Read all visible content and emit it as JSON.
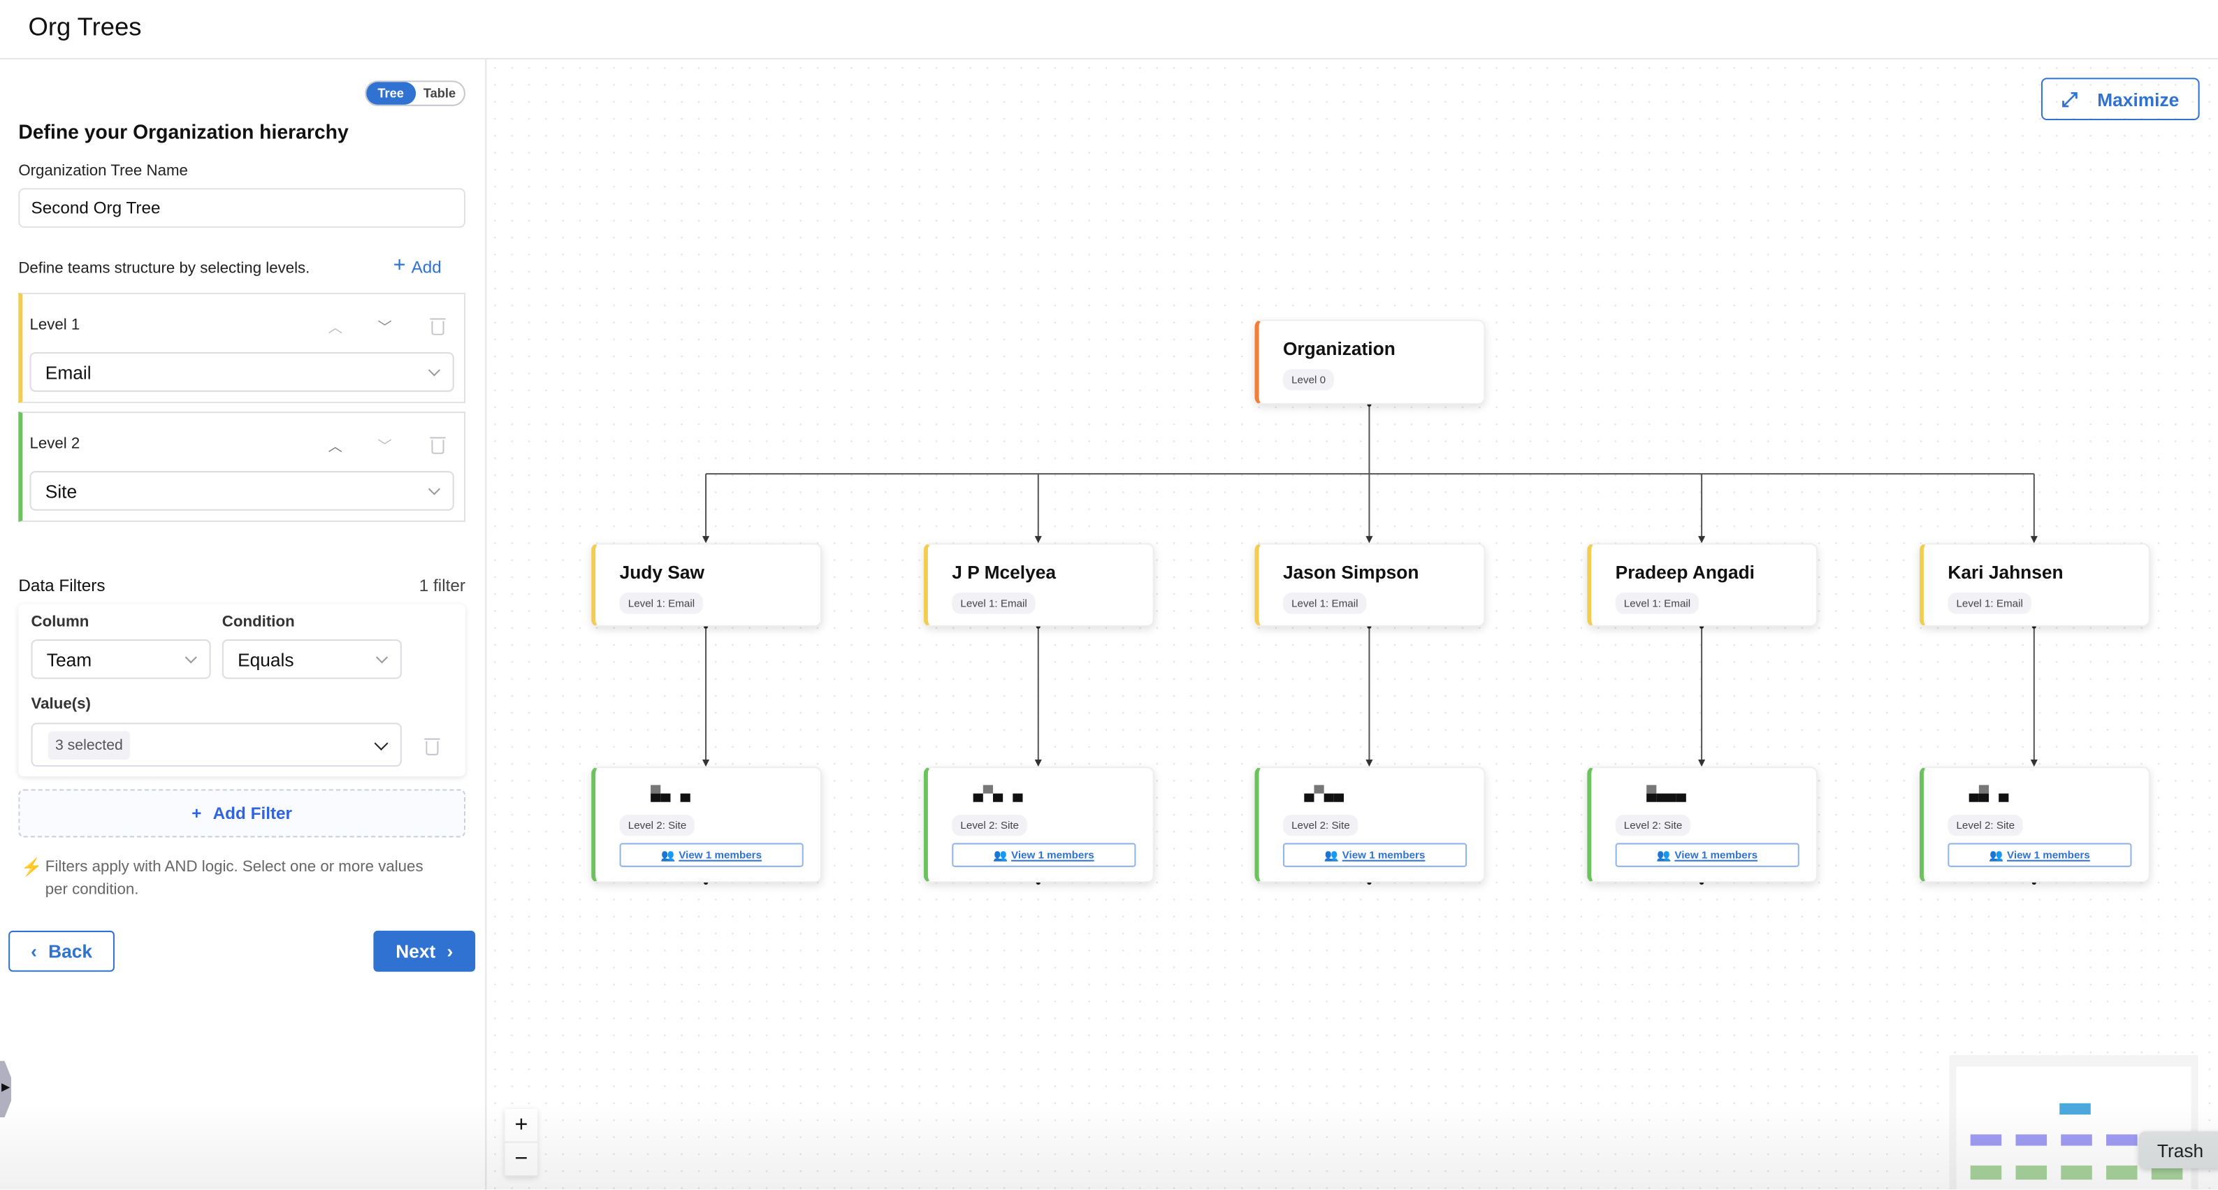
{
  "app": {
    "title": "Org Trees"
  },
  "sidebar": {
    "view_toggle": {
      "options": [
        "Tree",
        "Table"
      ],
      "selected": "Tree"
    },
    "heading": "Define your Organization hierarchy",
    "tree_name": {
      "label": "Organization Tree Name",
      "value": "Second Org Tree"
    },
    "levels_hint": "Define teams structure by selecting levels.",
    "add_label": "Add",
    "levels": [
      {
        "label": "Level 1",
        "value": "Email",
        "color": "#f3cd52"
      },
      {
        "label": "Level 2",
        "value": "Site",
        "color": "#6cc35e"
      }
    ],
    "filters": {
      "title": "Data Filters",
      "count": "1 filter",
      "column_label": "Column",
      "column_value": "Team",
      "condition_label": "Condition",
      "condition_value": "Equals",
      "values_label": "Value(s)",
      "values_chip": "3 selected",
      "add_filter": "Add Filter",
      "note": "Filters apply with AND logic. Select one or more values per condition."
    },
    "back_label": "Back",
    "next_label": "Next"
  },
  "canvas": {
    "maximize_label": "Maximize",
    "root": {
      "name": "Organization",
      "level": "Level 0",
      "color": "#f07f3c"
    },
    "level1": [
      {
        "name": "Judy Saw",
        "level": "Level 1: Email"
      },
      {
        "name": "J P Mcelyea",
        "level": "Level 1: Email"
      },
      {
        "name": "Jason Simpson",
        "level": "Level 1: Email"
      },
      {
        "name": "Pradeep Angadi",
        "level": "Level 1: Email"
      },
      {
        "name": "Kari Jahnsen",
        "level": "Level 1: Email"
      }
    ],
    "level2": [
      {
        "level": "Level 2: Site",
        "members": "View 1 members"
      },
      {
        "level": "Level 2: Site",
        "members": "View 1 members"
      },
      {
        "level": "Level 2: Site",
        "members": "View 1 members"
      },
      {
        "level": "Level 2: Site",
        "members": "View 1 members"
      },
      {
        "level": "Level 2: Site",
        "members": "View 1 members"
      }
    ],
    "zoom_in": "+",
    "zoom_out": "−",
    "tooltip": "Trash"
  },
  "colors": {
    "accent": "#2f72d2",
    "level1": "#f3cd52",
    "level2": "#6cc35e",
    "root": "#f07f3c"
  }
}
